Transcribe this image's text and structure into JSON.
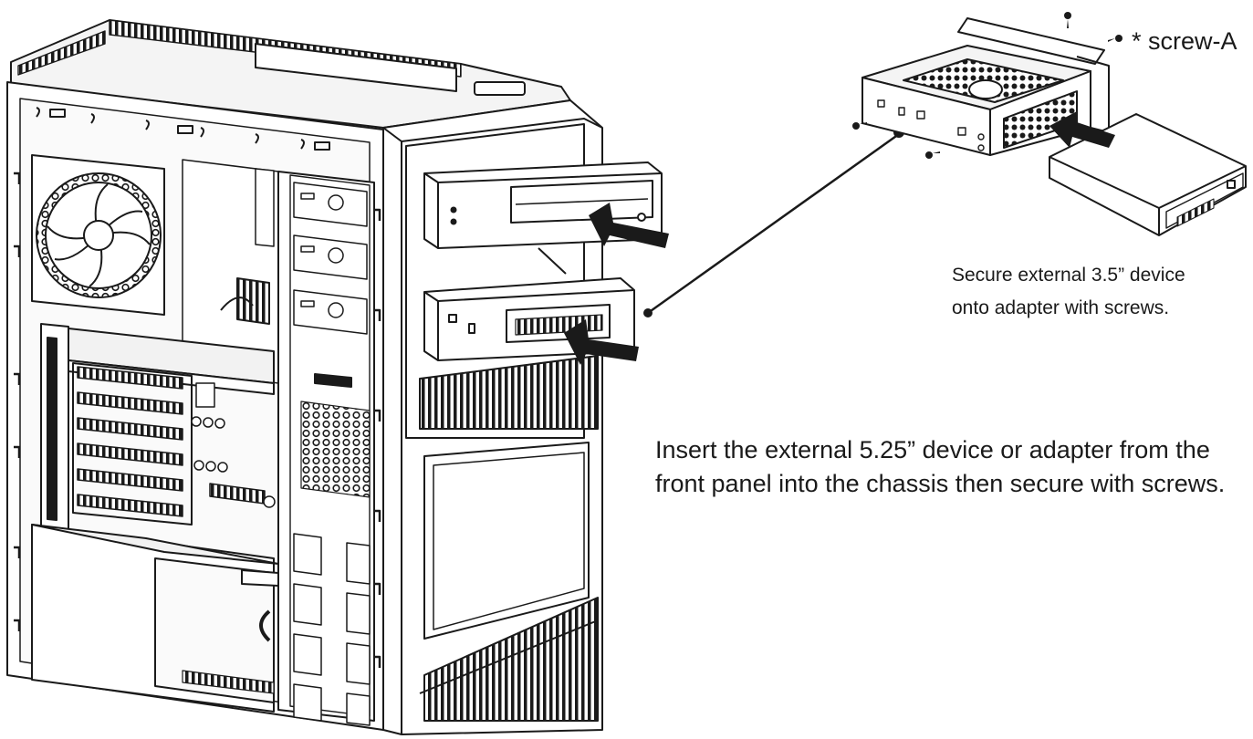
{
  "labels": {
    "screw": "* screw-A",
    "caption_35": {
      "line1": "Secure external 3.5” device",
      "line2": "onto adapter with screws."
    },
    "caption_525": {
      "line1": "Insert the external 5.25” device or adapter from the",
      "line2": "front panel into the chassis then secure with screws."
    }
  },
  "colors": {
    "line": "#1a1a1a",
    "fill": "#ffffff",
    "shade": "#e6e6e6"
  }
}
